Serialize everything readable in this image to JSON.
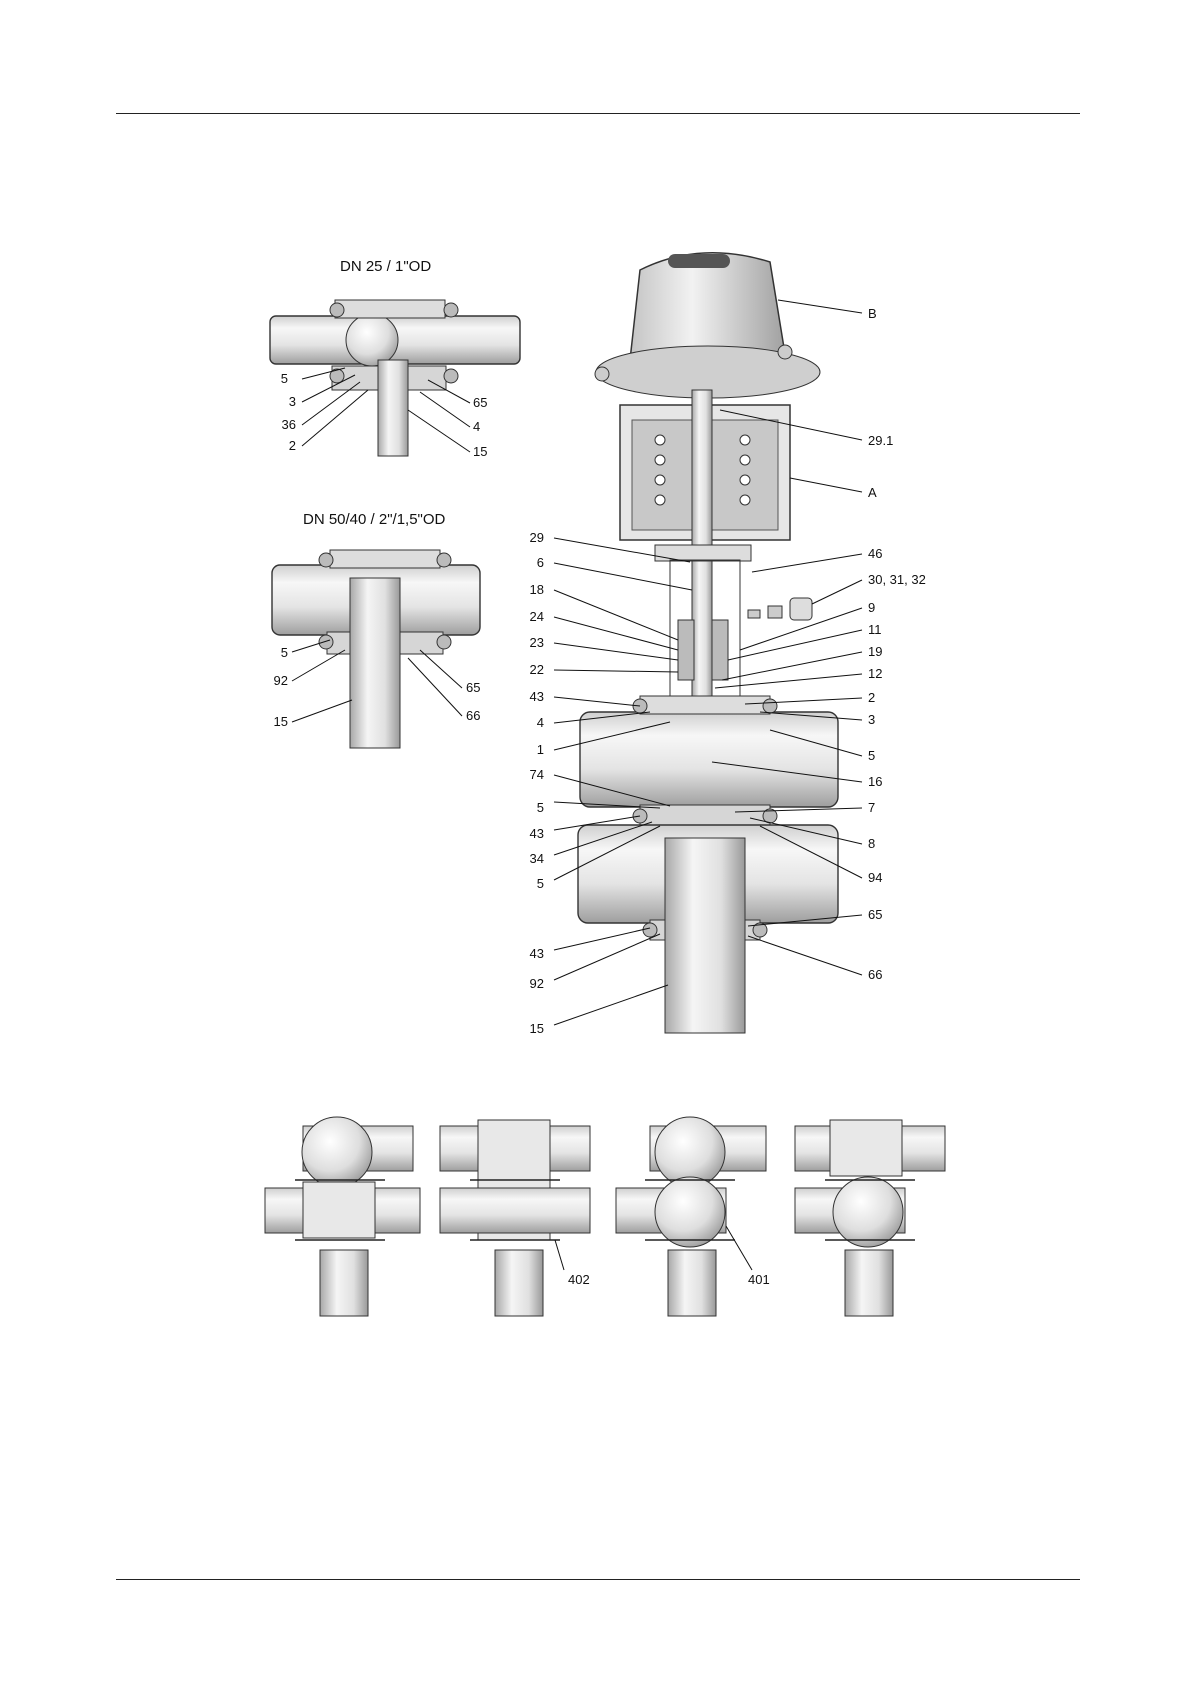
{
  "titles": {
    "dn25": "DN 25 / 1\"OD",
    "dn50": "DN 50/40 / 2\"/1,5\"OD"
  },
  "labels": {
    "d25": [
      "5",
      "3",
      "36",
      "2",
      "65",
      "4",
      "15"
    ],
    "d50": [
      "5",
      "92",
      "15",
      "65",
      "66"
    ],
    "main_left": [
      "29",
      "6",
      "18",
      "24",
      "23",
      "22",
      "43",
      "4",
      "1",
      "74",
      "5",
      "43",
      "34",
      "5",
      "43",
      "92",
      "15"
    ],
    "main_right": [
      "B",
      "29.1",
      "A",
      "46",
      "30, 31, 32",
      "9",
      "11",
      "19",
      "12",
      "2",
      "3",
      "5",
      "16",
      "7",
      "8",
      "94",
      "65",
      "66"
    ],
    "variants": [
      "402",
      "401"
    ]
  }
}
